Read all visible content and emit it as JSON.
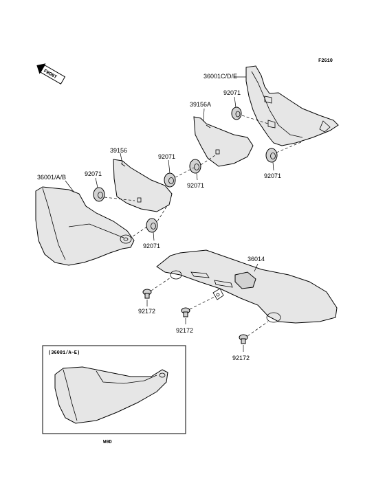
{
  "diagram": {
    "figure_code": "F2610",
    "front_marker": "FRONT",
    "inset_title": "(36001/A~E)",
    "inset_caption": "W0D",
    "labels": {
      "p36001CDE": "36001C/D/E",
      "p92071_a": "92071",
      "p39156A": "39156A",
      "p39156": "39156",
      "p92071_b": "92071",
      "p92071_c": "92071",
      "p92071_d": "92071",
      "p36001AB": "36001/A/B",
      "p92071_e": "92071",
      "p92071_f": "92071",
      "p36014": "36014",
      "p92172_a": "92172",
      "p92172_b": "92172",
      "p92172_c": "92172"
    }
  }
}
